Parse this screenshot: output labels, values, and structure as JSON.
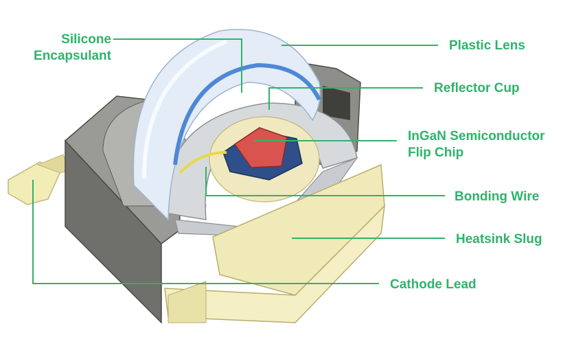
{
  "labels": {
    "silicone_line1": "Silicone",
    "silicone_line2": "Encapsulant",
    "plastic_lens": "Plastic Lens",
    "reflector_cup": "Reflector Cup",
    "chip_line1": "InGaN Semiconductor",
    "chip_line2": "Flip Chip",
    "bonding_wire": "Bonding Wire",
    "heatsink_slug": "Heatsink Slug",
    "cathode_lead": "Cathode Lead"
  },
  "colors": {
    "callout": "#2fb36a",
    "housing": "#8f8f8b",
    "housing_dark": "#5f5f5c",
    "lens": "#dfeaf6",
    "lens_edge": "#5a8fd8",
    "reflector": "#cfd2d6",
    "slug": "#efeab8",
    "chip_top": "#d9534f",
    "chip_base": "#2f4f8a",
    "wire": "#e8d84a",
    "lead": "#f2ecb6"
  }
}
